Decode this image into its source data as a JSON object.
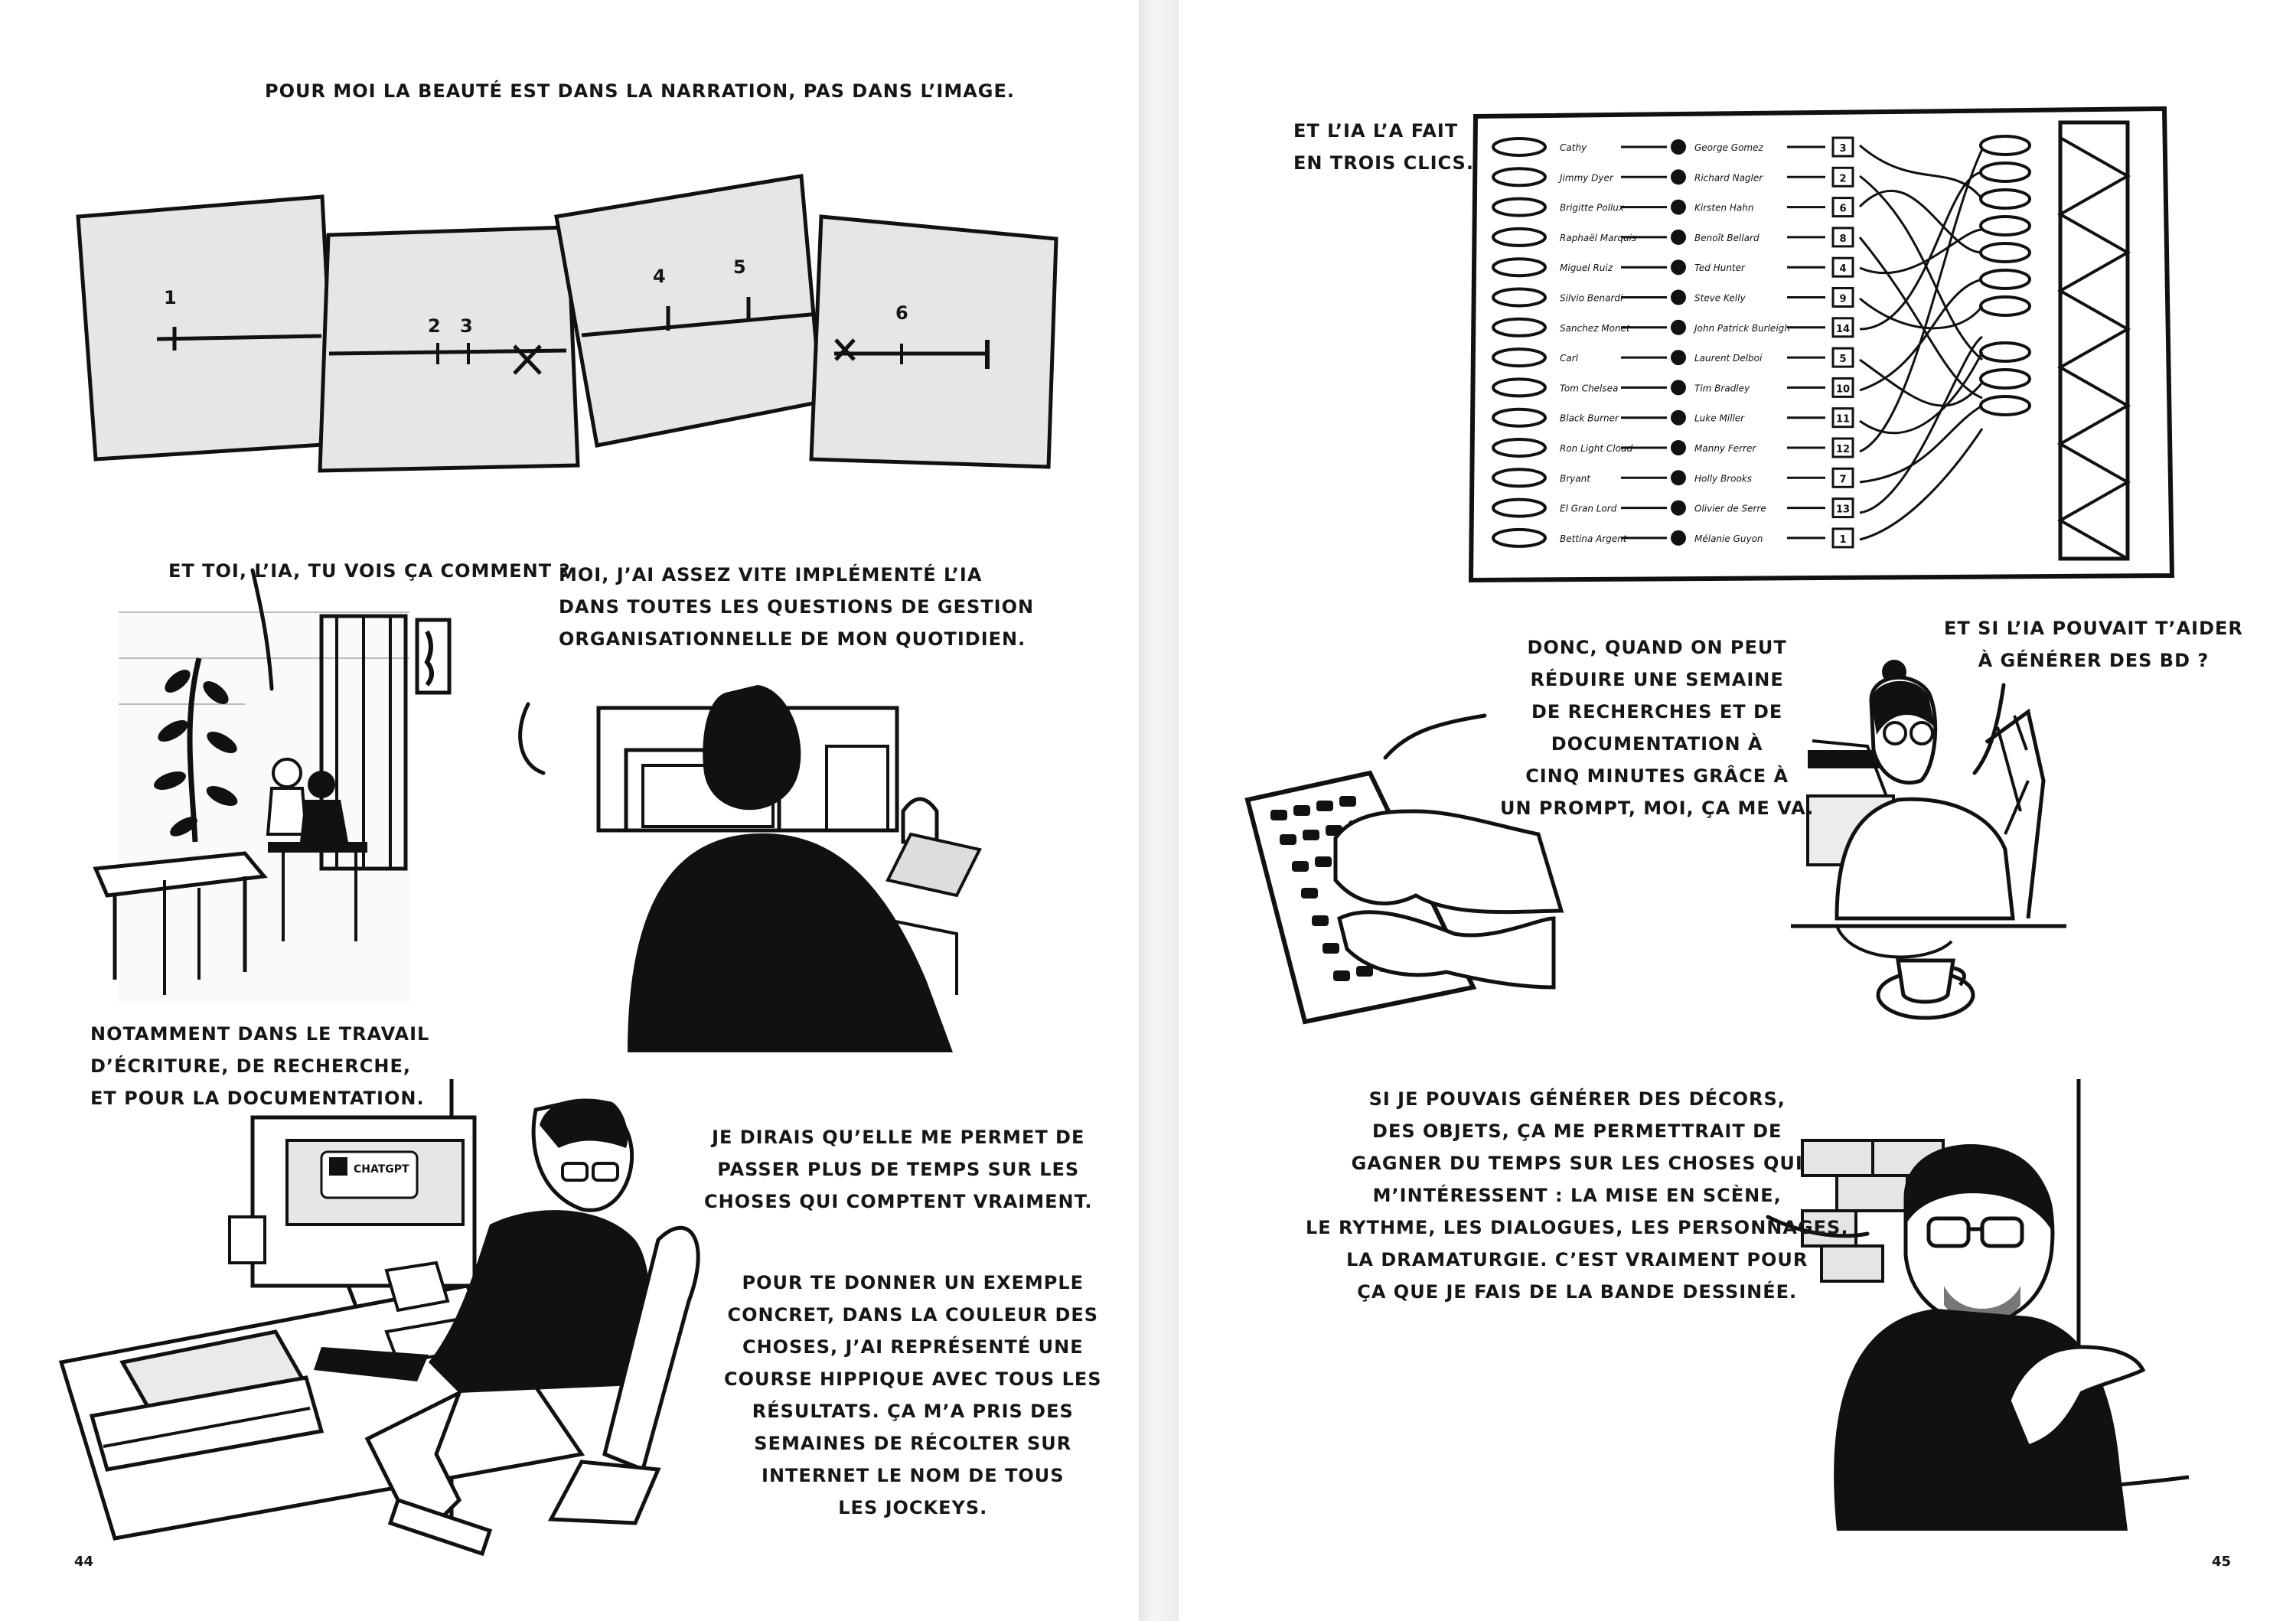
{
  "left_page": {
    "caption_top": "Pour moi la beauté est dans la narration, pas dans l’image.",
    "timeline_labels": [
      "1",
      "2",
      "3",
      "4",
      "5",
      "6"
    ],
    "bubble_et_toi": "Et toi, l’IA, tu vois ça comment ?",
    "bubble_moi_implemente": [
      "Moi, j’ai assez vite implémenté l’IA",
      "dans toutes les questions de gestion",
      "organisationnelle de mon quotidien."
    ],
    "caption_notamment": [
      "Notamment dans le travail",
      "d’écriture, de recherche,",
      "et pour la documentation."
    ],
    "bubble_je_dirais": [
      "Je dirais qu’elle me permet de",
      "passer plus de temps sur les",
      "choses qui comptent vraiment."
    ],
    "bubble_pour_te_donner": [
      "Pour te donner un exemple",
      "concret, dans La Couleur des",
      "choses, j’ai représenté une",
      "course hippique avec tous les",
      "résultats. Ça m’a pris des",
      "semaines de récolter sur",
      "internet le nom de tous",
      "les jockeys."
    ],
    "screen_text": "ChatGPT",
    "page_number": "44"
  },
  "right_page": {
    "caption_trois_clics": [
      "Et l’IA l’a fait",
      "en trois clics."
    ],
    "bubble_donc": [
      "Donc, quand on peut",
      "réduire une semaine",
      "de recherches et de",
      "documentation à",
      "cinq minutes grâce à",
      "un prompt, moi, ça me va."
    ],
    "bubble_et_si": [
      "Et si l’IA pouvait t’aider",
      "à générer des BD ?"
    ],
    "bubble_si_je_pouvais": [
      "Si je pouvais générer des décors,",
      "des objets, ça me permettrait de",
      "gagner du temps sur les choses qui",
      "m’intéressent : la mise en scène,",
      "le rythme, les dialogues, les personnages,",
      "la dramaturgie. C’est vraiment pour",
      "ça que je fais de la bande dessinée."
    ],
    "jockeys": [
      "Cathy",
      "Jimmy Dyer",
      "Brigitte Pollux",
      "Raphaël Marquis",
      "Miguel Ruiz",
      "Silvio Benardi",
      "Sanchez Monet",
      "Carl",
      "Tom Chelsea",
      "Black Burner",
      "Ron Light Cloud",
      "Bryant",
      "El Gran Lord",
      "Bettina Argent"
    ],
    "riders": [
      "George Gomez",
      "Richard Nagler",
      "Kirsten Hahn",
      "Benoît Bellard",
      "Ted Hunter",
      "Steve Kelly",
      "John Patrick Burleigh",
      "Laurent Delboi",
      "Tim Bradley",
      "Luke Miller",
      "Manny Ferrer",
      "Holly Brooks",
      "Olivier de Serre",
      "Mélanie Guyon"
    ],
    "numbers": [
      "3",
      "2",
      "6",
      "8",
      "4",
      "9",
      "14",
      "5",
      "10",
      "11",
      "12",
      "7",
      "13",
      "1"
    ],
    "page_number": "45"
  }
}
